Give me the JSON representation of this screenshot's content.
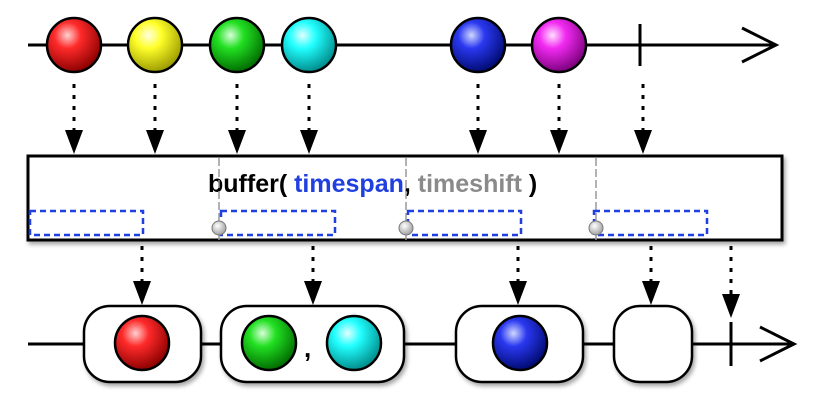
{
  "diagram": {
    "operator": {
      "prefix": "buffer( ",
      "arg1": "timespan",
      "separator": ", ",
      "arg2": "timeshift",
      "suffix": " )"
    },
    "separator_text": ",",
    "colors": {
      "arg1": "#1f3fe0",
      "arg2": "#8a8a8a",
      "window": "#1f3fe0",
      "line": "#000000"
    },
    "source_marbles": [
      {
        "name": "red",
        "color": "#ff1a1a"
      },
      {
        "name": "yellow",
        "color": "#ffff1a"
      },
      {
        "name": "green",
        "color": "#1adf1a"
      },
      {
        "name": "cyan",
        "color": "#1affff"
      },
      {
        "name": "blue",
        "color": "#1a2ae8"
      },
      {
        "name": "magenta",
        "color": "#f21af2"
      }
    ],
    "output_buffers": [
      {
        "items": [
          "red"
        ]
      },
      {
        "items": [
          "green",
          "cyan"
        ]
      },
      {
        "items": [
          "blue"
        ]
      },
      {
        "items": []
      }
    ]
  }
}
